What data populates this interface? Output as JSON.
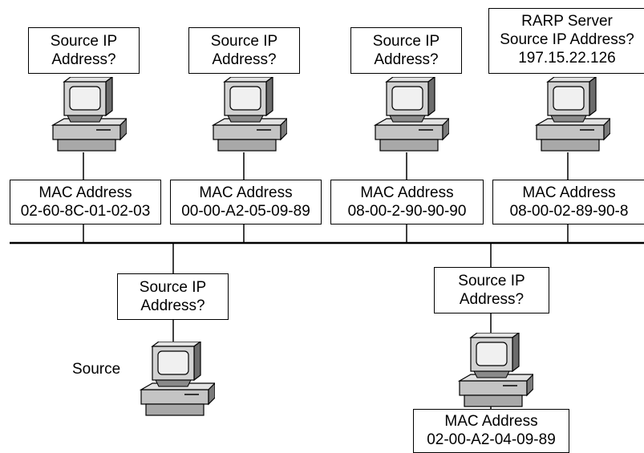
{
  "hosts_top": [
    {
      "question": [
        "Source IP",
        "Address?"
      ],
      "mac_title": "MAC Address",
      "mac_value": "02-60-8C-01-02-03"
    },
    {
      "question": [
        "Source IP",
        "Address?"
      ],
      "mac_title": "MAC Address",
      "mac_value": "00-00-A2-05-09-89"
    },
    {
      "question": [
        "Source IP",
        "Address?"
      ],
      "mac_title": "MAC Address",
      "mac_value": "08-00-2-90-90-90"
    },
    {
      "question": [
        "RARP Server",
        "Source IP Address?",
        "197.15.22.126"
      ],
      "mac_title": "MAC Address",
      "mac_value": "08-00-02-89-90-8"
    }
  ],
  "host_source": {
    "question": [
      "Source IP",
      "Address?"
    ],
    "caption": "Source"
  },
  "host_bottom_right": {
    "question": [
      "Source IP",
      "Address?"
    ],
    "mac_title": "MAC Address",
    "mac_value": "02-00-A2-04-09-89"
  },
  "icons": {
    "computer": "desktop-computer-icon"
  },
  "colors": {
    "line": "#000000",
    "case_light": "#d2d2d2",
    "case_mid": "#a8a8a8",
    "case_dark": "#6c6c6c",
    "screen": "#e0e0e0"
  }
}
